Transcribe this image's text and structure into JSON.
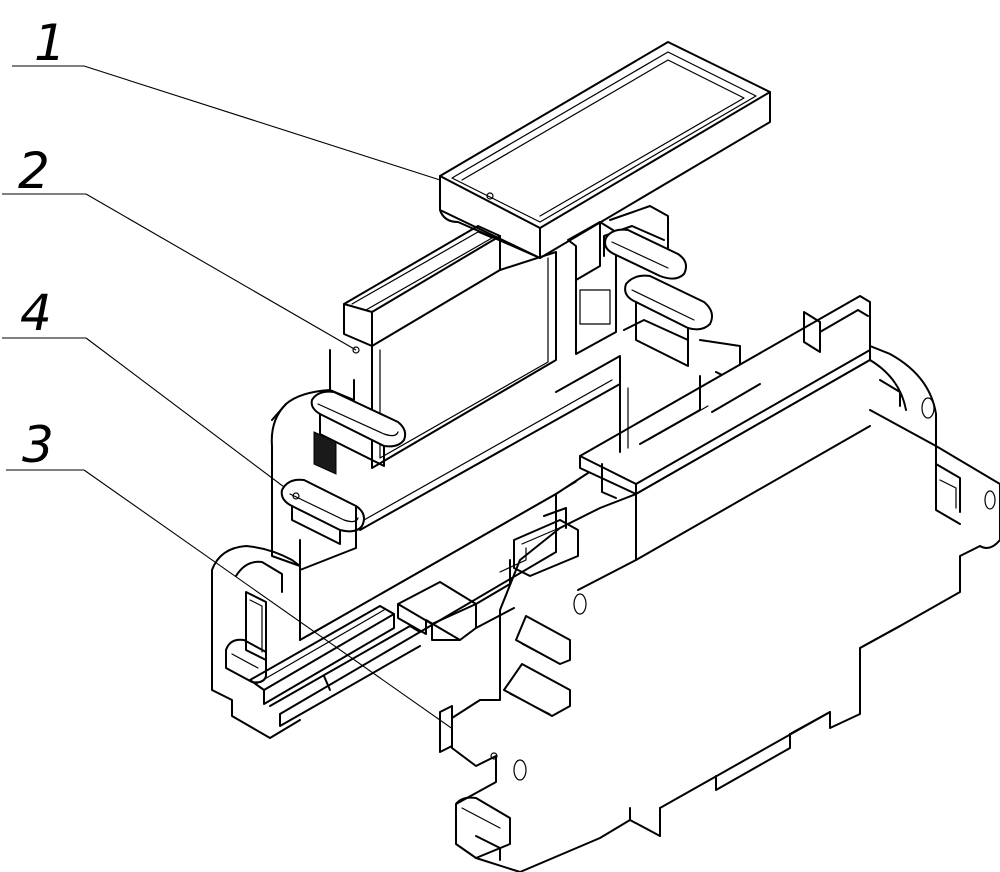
{
  "figure": {
    "labels": [
      {
        "id": "label-1",
        "text": "1"
      },
      {
        "id": "label-2",
        "text": "2"
      },
      {
        "id": "label-4",
        "text": "4"
      },
      {
        "id": "label-3",
        "text": "3"
      }
    ]
  },
  "colors": {
    "line": "#000000",
    "background": "#ffffff"
  }
}
